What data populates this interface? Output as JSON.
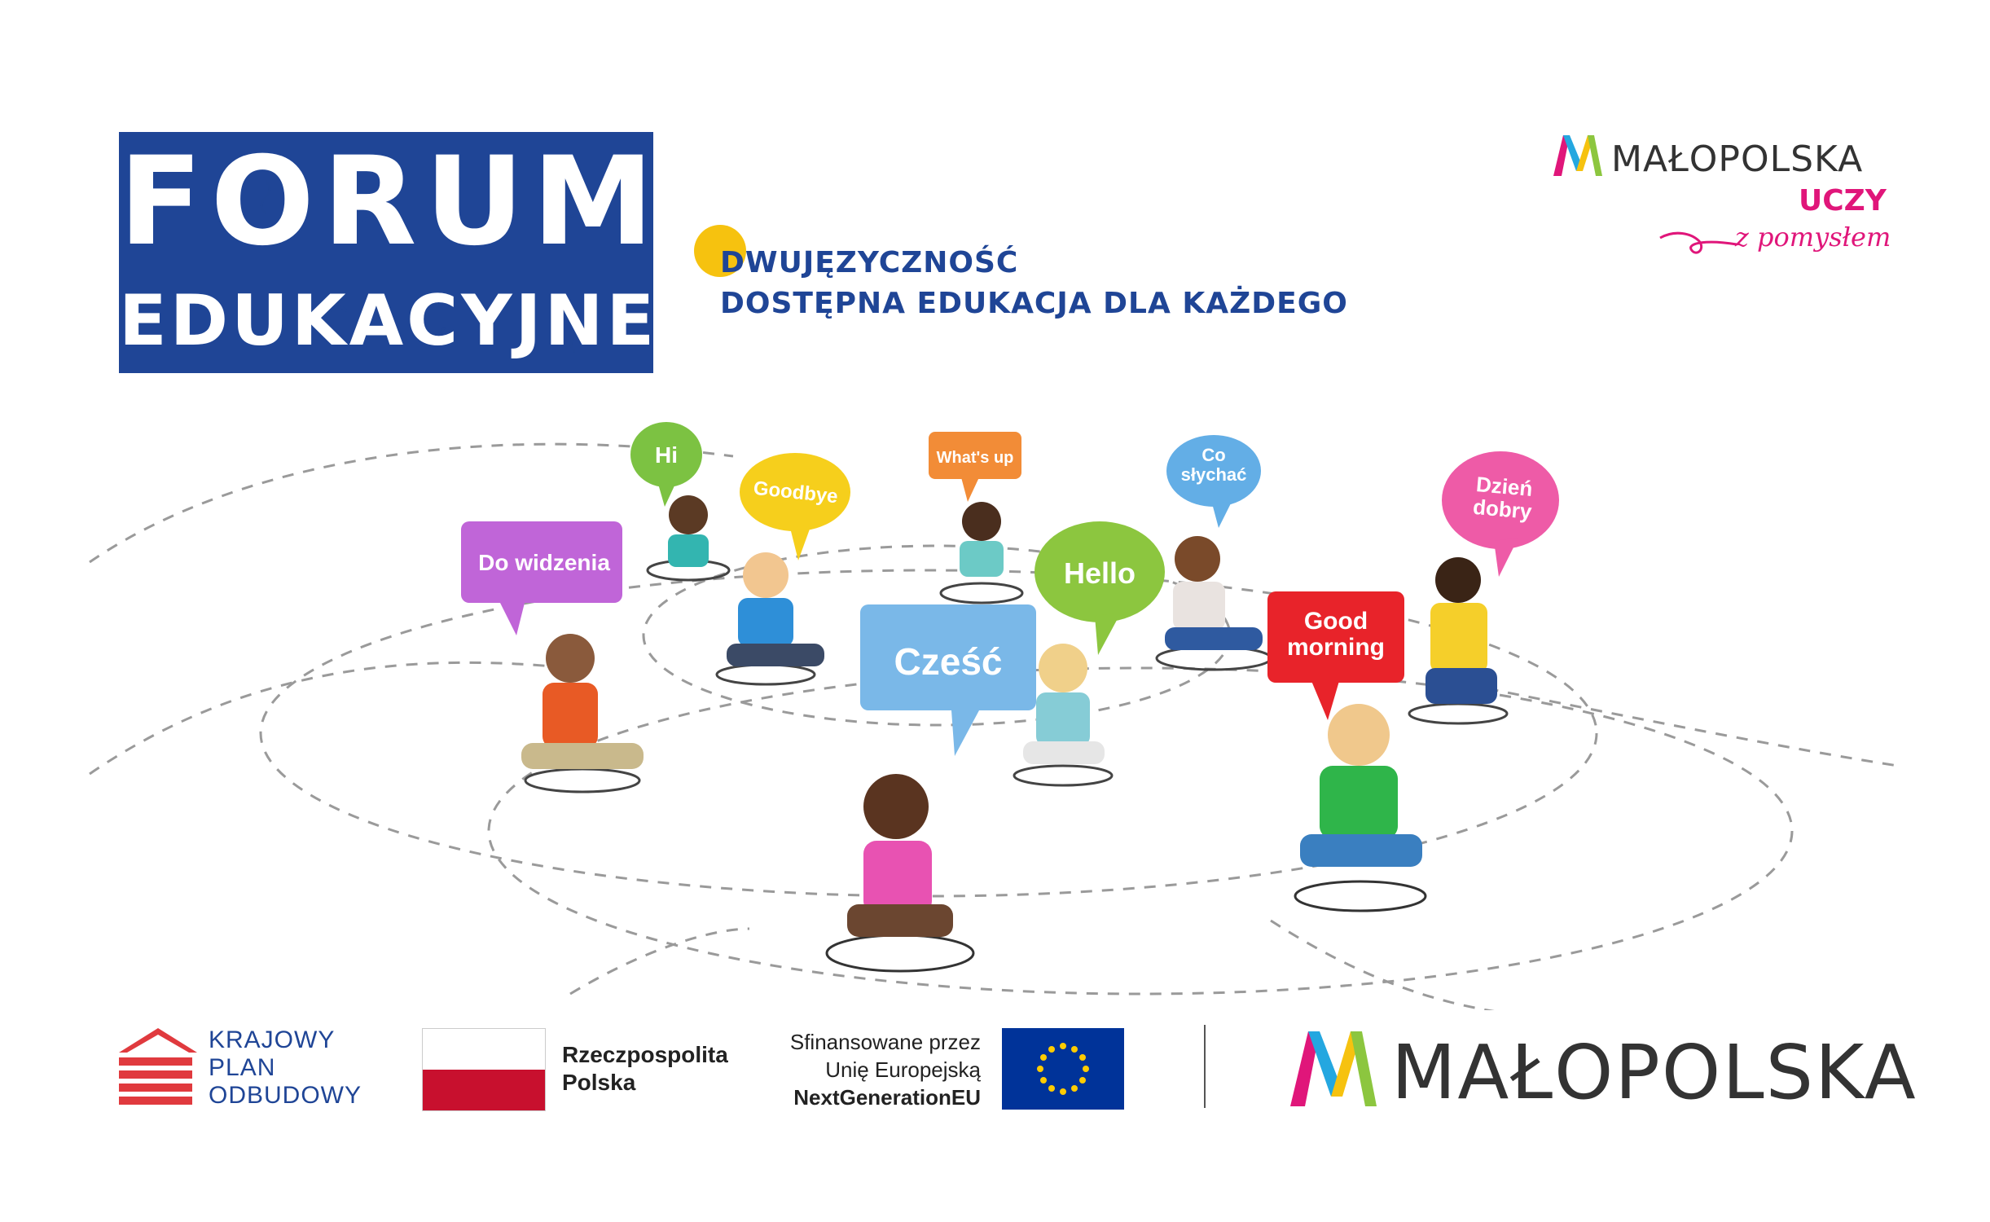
{
  "header": {
    "forum_logo": {
      "line1": "FORUM",
      "line2": "EDUKACYJNE"
    },
    "taglines": [
      "DWUJĘZYCZNOŚĆ",
      "DOSTĘPNA EDUKACJA DLA KAŻDEGO"
    ],
    "brand_top": {
      "name": "MAŁOPOLSKA",
      "line2": "UCZY",
      "line3": "z pomysłem"
    }
  },
  "illustration": {
    "bubbles": [
      {
        "text": "Do widzenia",
        "color": "#c065d8"
      },
      {
        "text": "Hi",
        "color": "#7cc242"
      },
      {
        "text": "Goodbye",
        "color": "#f6cf1c"
      },
      {
        "text": "What's up",
        "color": "#f28c37"
      },
      {
        "text": "Co słychać",
        "color": "#63aee6"
      },
      {
        "text": "Hello",
        "color": "#8cc63f"
      },
      {
        "text": "Dzień dobry",
        "color": "#ee5ba7"
      },
      {
        "text": "Cześć",
        "color": "#7ab8e8"
      },
      {
        "text": "Good morning",
        "color": "#e8232a"
      }
    ]
  },
  "footer": {
    "kpo": {
      "lines": [
        "KRAJOWY",
        "PLAN",
        "ODBUDOWY"
      ]
    },
    "poland": {
      "lines": [
        "Rzeczpospolita",
        "Polska"
      ]
    },
    "eu": {
      "lines": [
        "Sfinansowane przez",
        "Unię Europejską",
        "NextGenerationEU"
      ]
    },
    "brand": {
      "name": "MAŁOPOLSKA"
    }
  },
  "colors": {
    "forum_blue": "#1f4596",
    "accent_yellow": "#f6c20f",
    "malopolska_magenta": "#e0167a",
    "polish_red": "#c8102e",
    "eu_blue": "#003399"
  }
}
